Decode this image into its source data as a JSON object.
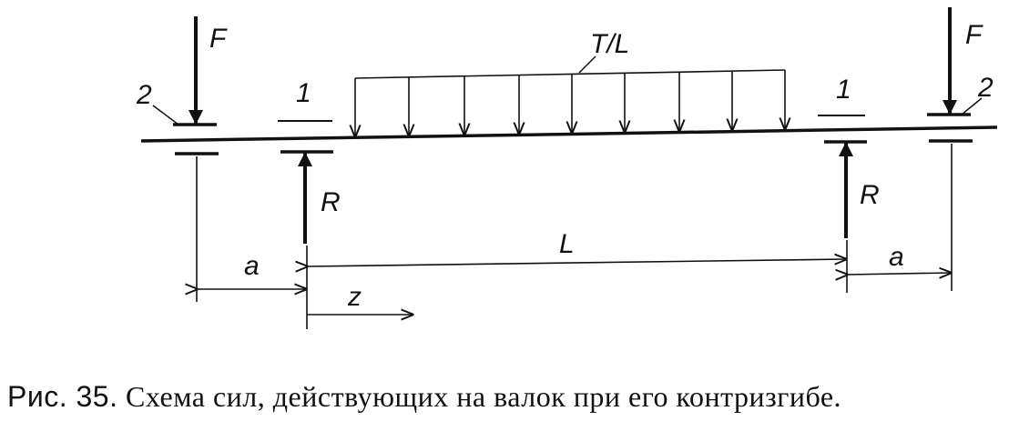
{
  "diagram": {
    "labels": {
      "force_left": "F",
      "force_right": "F",
      "distributed_load": "T/L",
      "bearing_left_outer": "2",
      "bearing_left_inner": "1",
      "bearing_right_inner": "1",
      "bearing_right_outer": "2",
      "reaction_left": "R",
      "reaction_right": "R",
      "span": "L",
      "overhang_left": "a",
      "overhang_right": "a",
      "coordinate": "z"
    }
  },
  "caption": {
    "number": "Рис. 35.",
    "text": "Схема сил, действующих на валок при его контризгибе."
  }
}
